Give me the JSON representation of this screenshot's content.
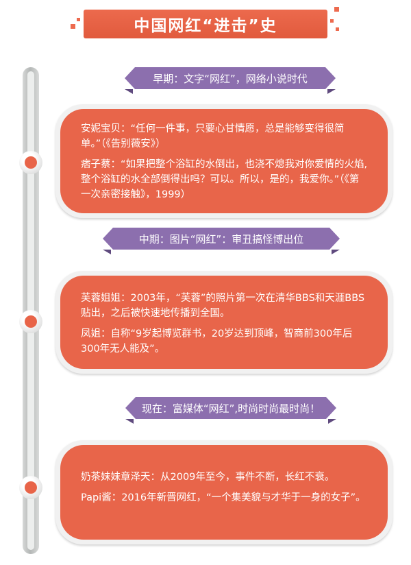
{
  "title": "中国网红“进击”史",
  "sections": [
    {
      "label": "早期：文字“网红”，网络小说时代",
      "paragraphs": [
        "安妮宝贝：“任何一件事，只要心甘情愿，总是能够变得很简单。”（《告别薇安》）",
        "痞子蔡：“如果把整个浴缸的水倒出，也浇不熄我对你爱情的火焰,整个浴缸的水全部倒得出吗？可以。所以，是的，我爱你。”（《第一次亲密接触》，1999）"
      ]
    },
    {
      "label": "中期：图片“网红”：审丑搞怪博出位",
      "paragraphs": [
        "芙蓉姐姐：2003年，“芙蓉”的照片第一次在清华BBS和天涯BBS贴出，之后被快速地传播到全国。",
        "凤姐：自称“9岁起博览群书，20岁达到顶峰，智商前300年后300年无人能及”。"
      ]
    },
    {
      "label": "现在：富媒体“网红”,时尚时尚最时尚！",
      "paragraphs": [
        "奶茶妹妹章泽天：从2009年至今，事件不断，长红不衰。",
        "Papi酱：2016年新晋网红，“一个集美貌与才华于一身的女子”。"
      ]
    }
  ],
  "colors": {
    "accent": "#e8654a",
    "ribbon": "#8c6fae",
    "ribbon_fold": "#5f4a7e",
    "card_border": "#f1f1f1"
  }
}
